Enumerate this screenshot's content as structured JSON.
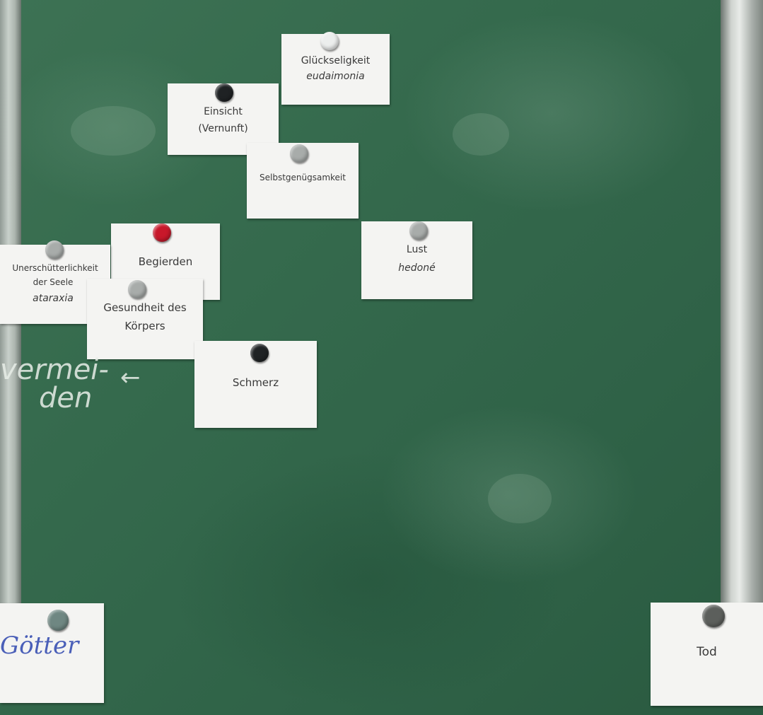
{
  "cards": {
    "glueckseligkeit": {
      "line1": "Glückseligkeit",
      "line2": "eudaimonia"
    },
    "einsicht": {
      "line1": "Einsicht",
      "line2": "(Vernunft)"
    },
    "selbstgenuegsamkeit": {
      "line1": "Selbstgenügsamkeit"
    },
    "begierden": {
      "line1": "Begierden"
    },
    "lust": {
      "line1": "Lust",
      "line2": "hedoné"
    },
    "unerschuetterlichkeit": {
      "line1": "Unerschütterlichkeit",
      "line2": "der Seele",
      "line3": "ataraxia"
    },
    "gesundheit": {
      "line1": "Gesundheit des",
      "line2": "Körpers"
    },
    "schmerz": {
      "line1": "Schmerz"
    },
    "goetter": {
      "line1": "Götter"
    },
    "tod": {
      "line1": "Tod"
    }
  },
  "chalk_writing": {
    "line1": "vermei-",
    "line2": "den"
  },
  "magnet_colors": {
    "white": "#eceeed",
    "black": "#1f2224",
    "grey": "#a8acaa",
    "red": "#c8182a",
    "darkgrey": "#5c5f5c"
  },
  "board_color": "#356a4d"
}
